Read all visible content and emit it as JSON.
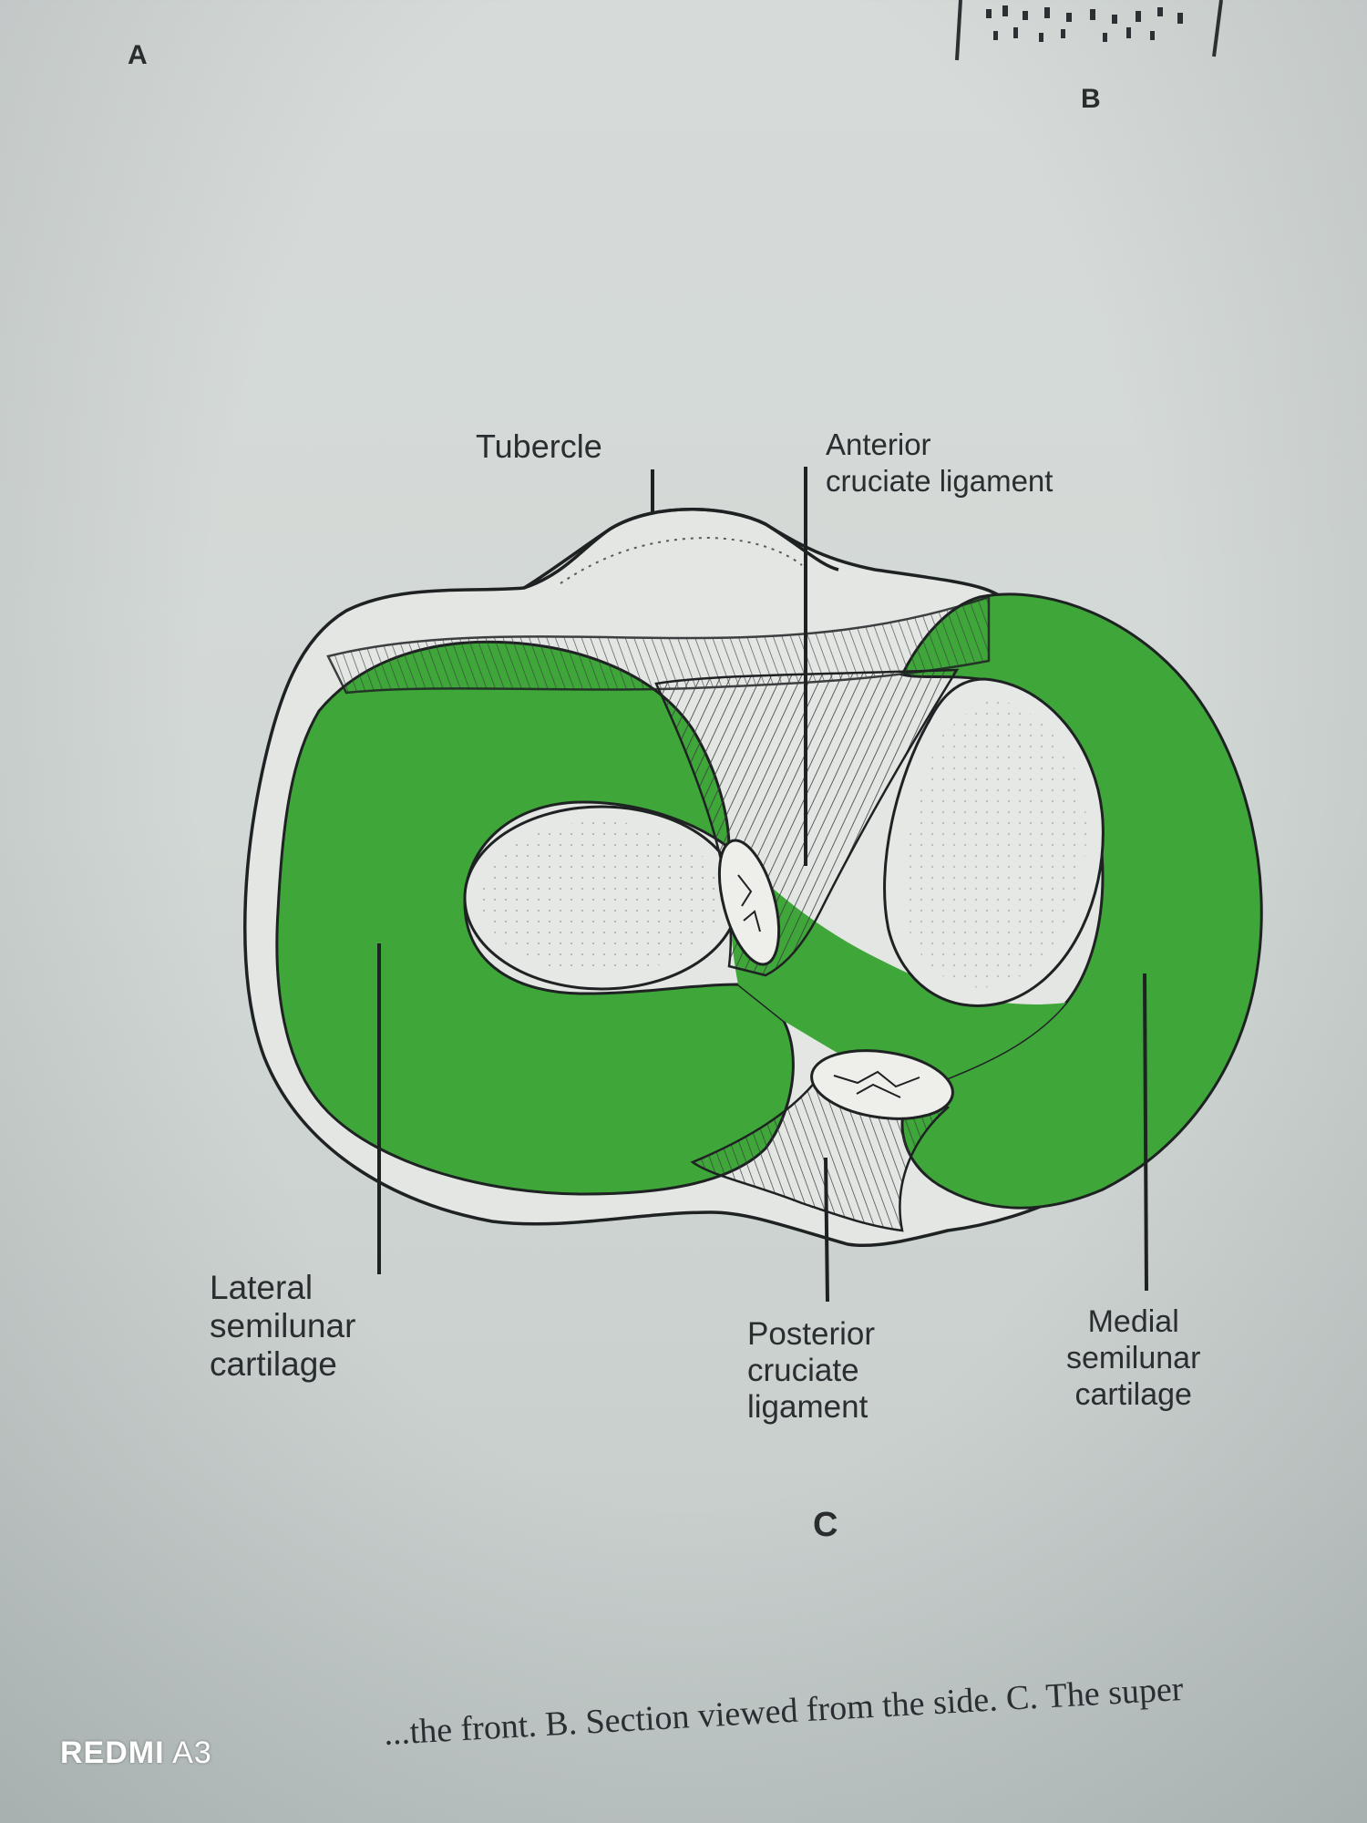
{
  "panels": {
    "a": "A",
    "b": "B",
    "c": "C"
  },
  "labels": {
    "tubercle": "Tubercle",
    "anterior_cruciate": "Anterior\ncruciate ligament",
    "lateral_cartilage": "Lateral\nsemilunar\ncartilage",
    "posterior_cruciate": "Posterior\ncruciate\nligament",
    "medial_cartilage": "Medial\nsemilunar\ncartilage"
  },
  "caption": "...the front. B. Section viewed from the side. C. The super",
  "watermark": {
    "brand": "REDMI",
    "model": "A3"
  },
  "colors": {
    "cartilage": "#3fa63a",
    "paper": "#d4dad8",
    "ink": "#2b2e30"
  }
}
